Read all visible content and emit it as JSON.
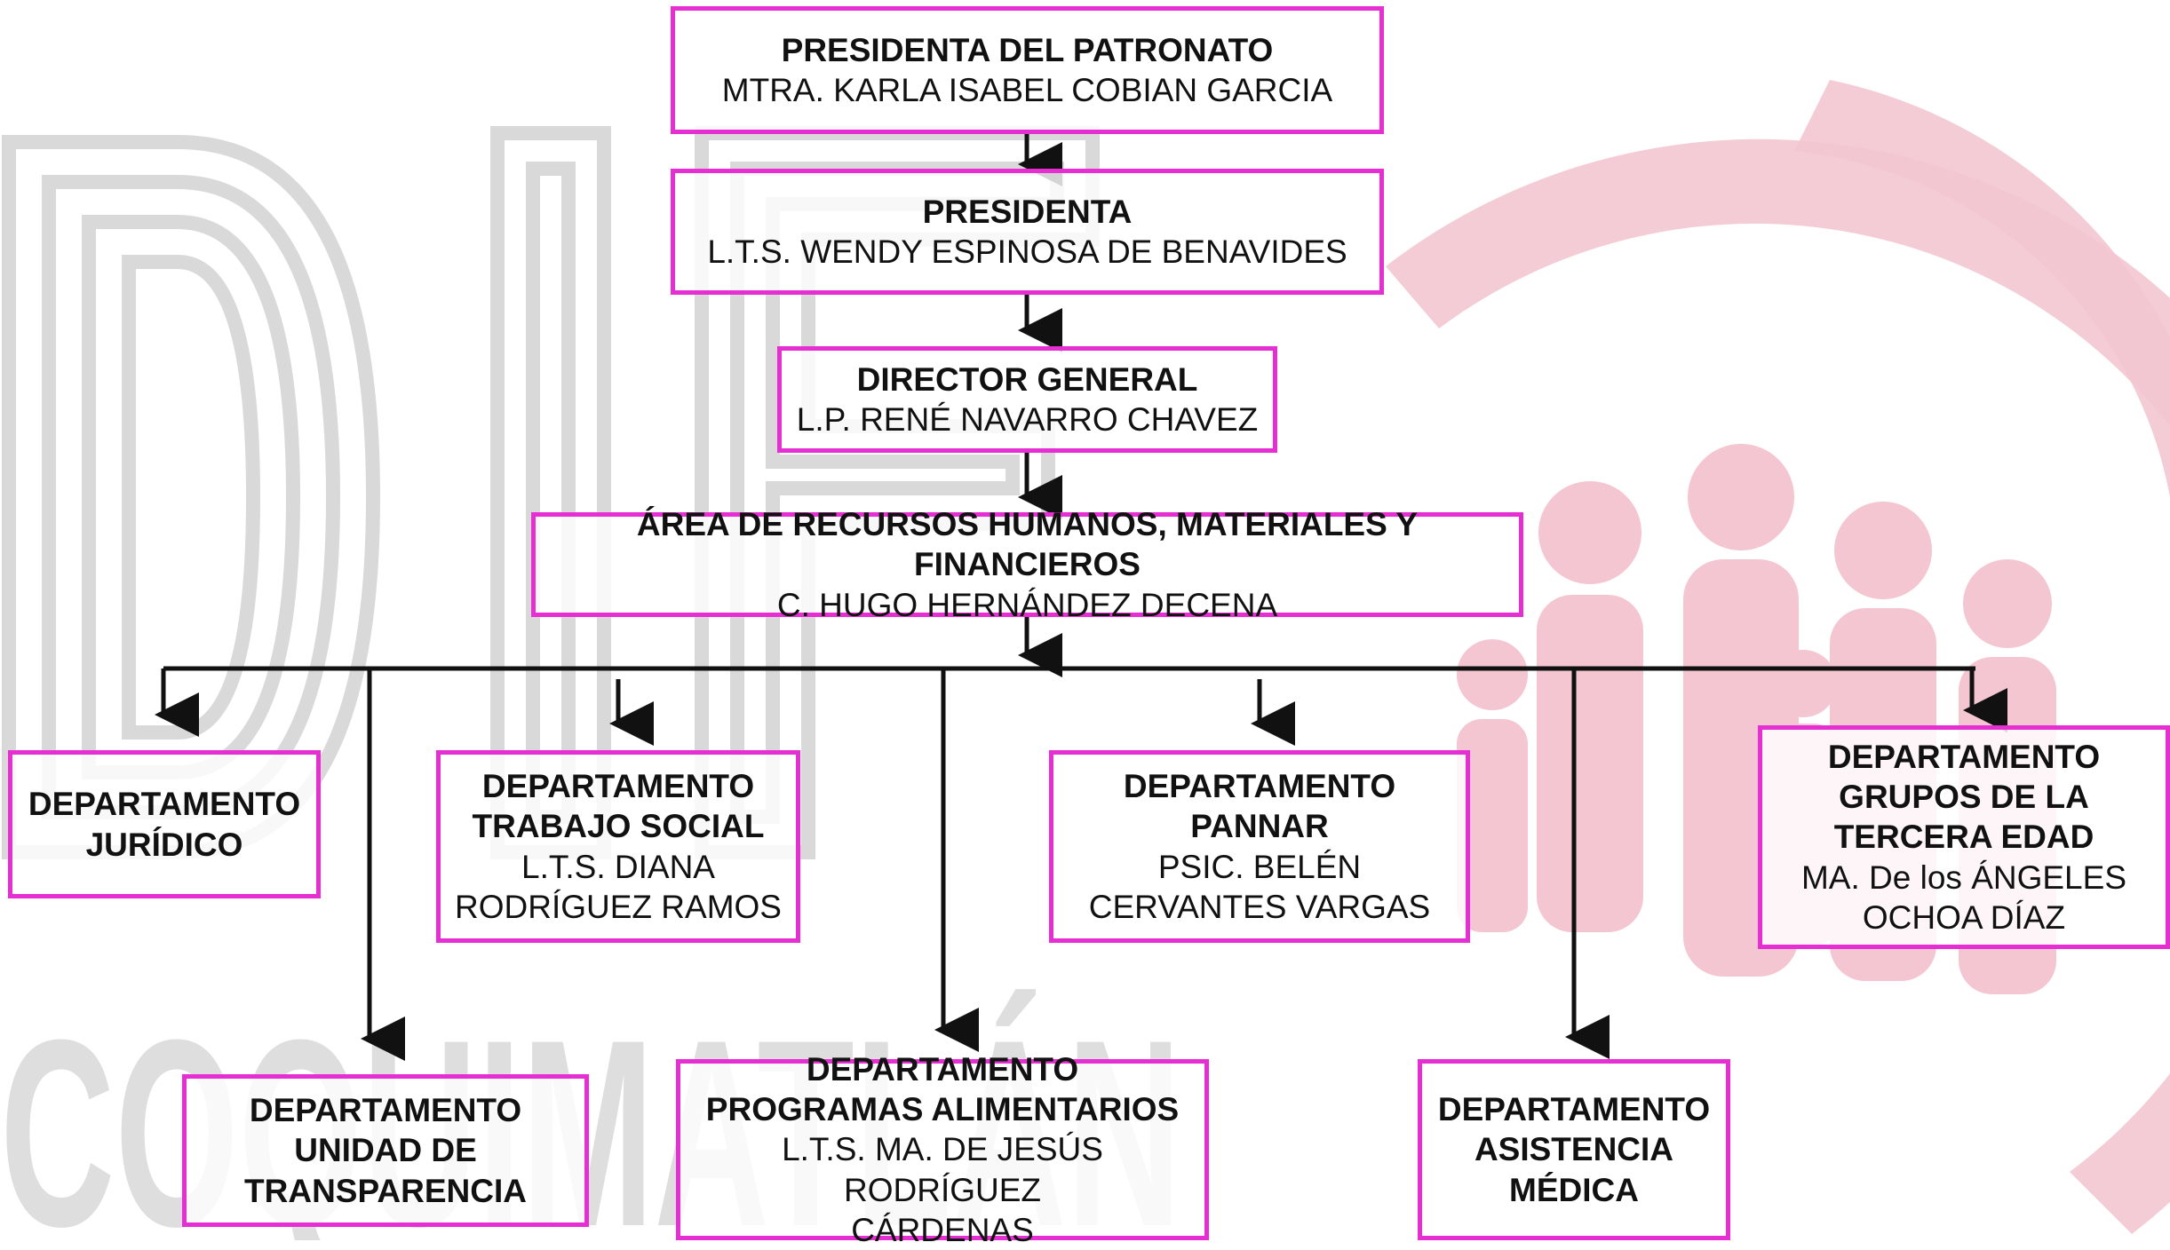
{
  "colors": {
    "box_border": "#e62fd3",
    "connector": "#111111",
    "watermark_gray": "#d9d9d9",
    "watermark_pink": "#f3c6d2"
  },
  "watermark": {
    "letters": "DIF",
    "place": "COQUIMATLÁN",
    "logo": "family-in-circle-logo"
  },
  "nodes": {
    "presidenta_patronato": {
      "title": "PRESIDENTA DEL PATRONATO",
      "name": "MTRA.  KARLA ISABEL COBIAN GARCIA"
    },
    "presidenta": {
      "title": "PRESIDENTA",
      "name": "L.T.S. WENDY  ESPINOSA DE BENAVIDES"
    },
    "director_general": {
      "title": "DIRECTOR GENERAL",
      "name": "L.P. RENÉ NAVARRO CHAVEZ"
    },
    "recursos": {
      "title": "ÁREA DE RECURSOS HUMANOS, MATERIALES Y FINANCIEROS",
      "name": "C. HUGO HERNÁNDEZ DECENA"
    },
    "juridico": {
      "title": "DEPARTAMENTO\nJURÍDICO",
      "name": ""
    },
    "trabajo_social": {
      "title": "DEPARTAMENTO\nTRABAJO SOCIAL",
      "name": "L.T.S. DIANA\nRODRÍGUEZ RAMOS"
    },
    "pannar": {
      "title": "DEPARTAMENTO\nPANNAR",
      "name": "PSIC.  BELÉN\nCERVANTES VARGAS"
    },
    "tercera_edad": {
      "title": "DEPARTAMENTO\nGRUPOS DE LA\nTERCERA EDAD",
      "name": "MA. De los ÁNGELES\nOCHOA DÍAZ"
    },
    "transparencia": {
      "title": "DEPARTAMENTO\nUNIDAD DE\nTRANSPARENCIA",
      "name": ""
    },
    "alimentarios": {
      "title": "DEPARTAMENTO\nPROGRAMAS ALIMENTARIOS",
      "name": "L.T.S. MA. DE JESÚS RODRÍGUEZ\nCÁRDENAS"
    },
    "asistencia": {
      "title": "DEPARTAMENTO\nASISTENCIA\nMÉDICA",
      "name": ""
    }
  }
}
